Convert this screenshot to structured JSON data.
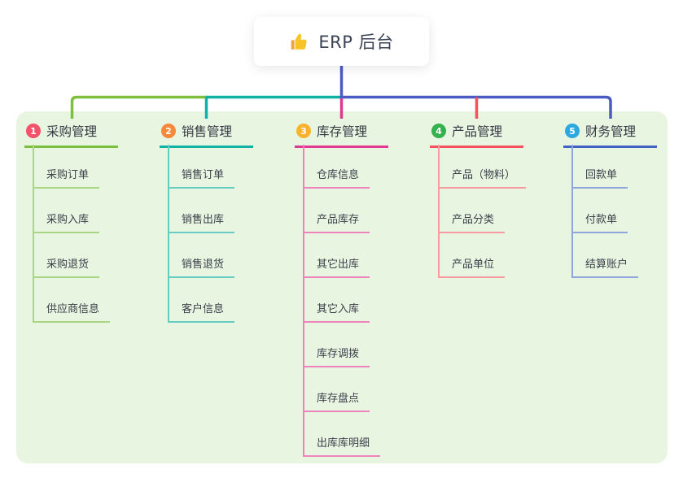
{
  "root": {
    "label": "ERP 后台",
    "icon": "thumbs-up-icon"
  },
  "panel_color": "#e8f5e1",
  "trunk_color": "#4a5bc4",
  "branches": [
    {
      "num": "1",
      "label": "采购管理",
      "badge_color": "#f4526a",
      "line_color": "#7dbf3e",
      "child_line_color": "#aad583",
      "children": [
        "采购订单",
        "采购入库",
        "采购退货",
        "供应商信息"
      ]
    },
    {
      "num": "2",
      "label": "销售管理",
      "badge_color": "#f6883c",
      "line_color": "#0fb2a5",
      "child_line_color": "#66cbc0",
      "children": [
        "销售订单",
        "销售出库",
        "销售退货",
        "客户信息"
      ]
    },
    {
      "num": "3",
      "label": "库存管理",
      "badge_color": "#f7b32c",
      "line_color": "#e0398f",
      "child_line_color": "#ee84bb",
      "children": [
        "仓库信息",
        "产品库存",
        "其它出库",
        "其它入库",
        "库存调拨",
        "库存盘点",
        "出库库明细"
      ]
    },
    {
      "num": "4",
      "label": "产品管理",
      "badge_color": "#35b24e",
      "line_color": "#f5505d",
      "child_line_color": "#f89ba1",
      "children": [
        "产品（物料）",
        "产品分类",
        "产品单位"
      ]
    },
    {
      "num": "5",
      "label": "财务管理",
      "badge_color": "#2da7e0",
      "line_color": "#3e62c6",
      "child_line_color": "#8fa6dd",
      "children": [
        "回款单",
        "付款单",
        "结算账户"
      ]
    }
  ]
}
